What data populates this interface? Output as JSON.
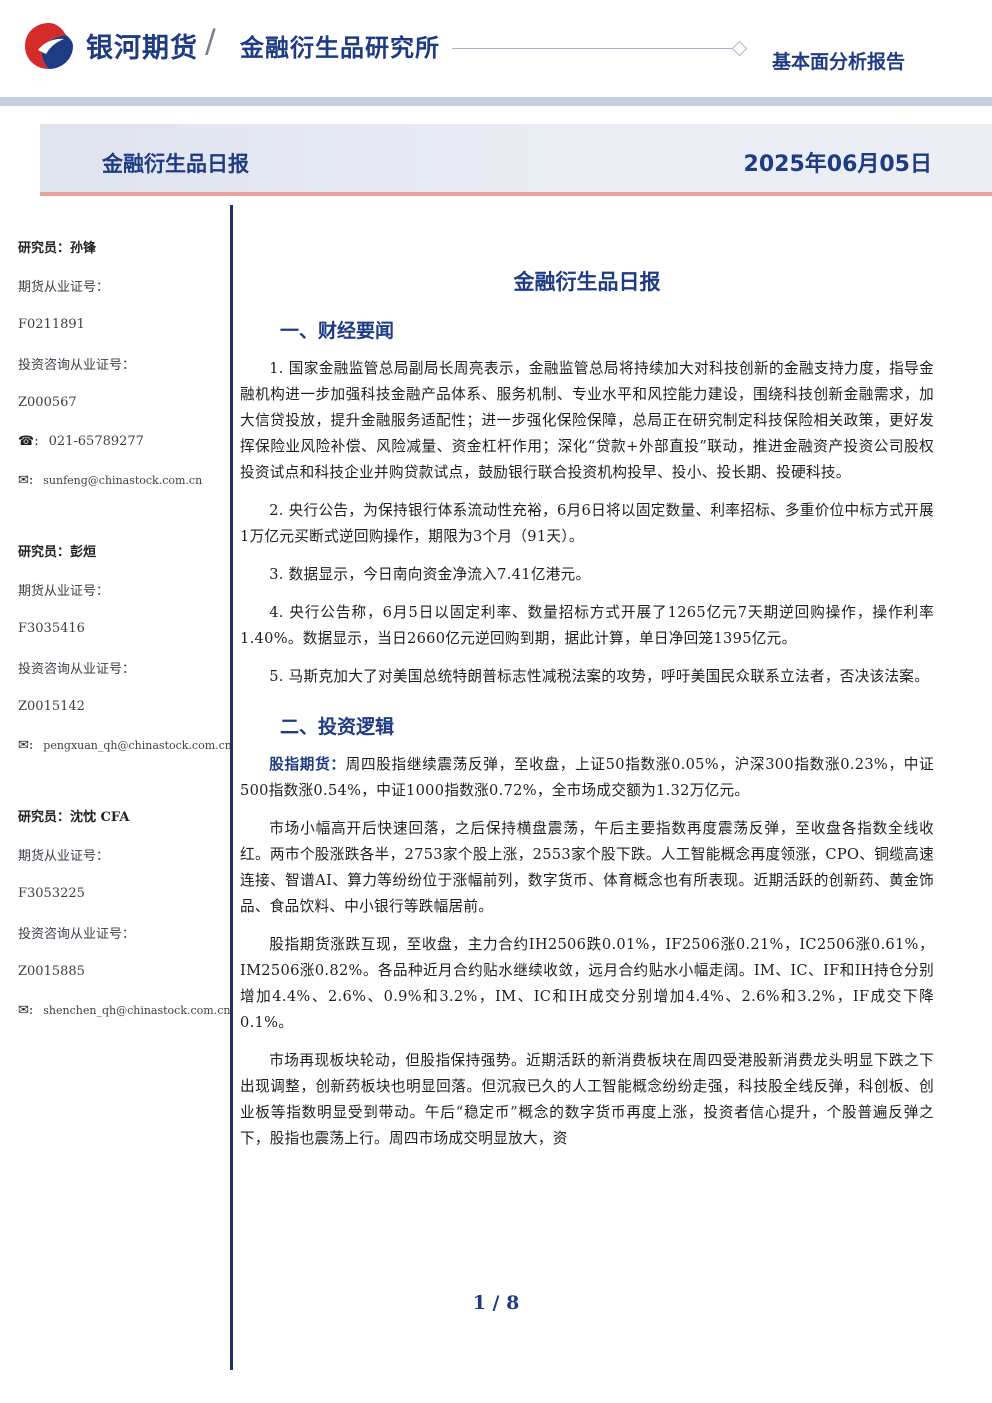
{
  "header": {
    "brand_name": "银河期货",
    "institute": "金融衍生品研究所",
    "report_type": "基本面分析报告",
    "colors": {
      "brand_blue": "#1f3b84",
      "brand_red": "#d62b2b",
      "accent_pink": "#e8a29e"
    }
  },
  "title_band": {
    "title": "金融衍生品日报",
    "date": "2025年06月05日"
  },
  "analysts": [
    {
      "name_label": "研究员：孙锋",
      "futures_label": "期货从业证号：",
      "futures_id": "F0211891",
      "consult_label": "投资咨询从业证号：",
      "consult_id": "Z000567",
      "phone": "021-65789277",
      "email": "sunfeng@chinastock.com.cn",
      "phone_icon": "phone-icon",
      "email_icon": "mail-icon"
    },
    {
      "name_label": "研究员：彭烜",
      "futures_label": "期货从业证号：",
      "futures_id": "F3035416",
      "consult_label": "投资咨询从业证号：",
      "consult_id": "Z0015142",
      "email": "pengxuan_qh@chinastock.com.cn",
      "email_icon": "mail-icon"
    },
    {
      "name_label": "研究员：沈忱 CFA",
      "futures_label": "期货从业证号：",
      "futures_id": "F3053225",
      "consult_label": "投资咨询从业证号：",
      "consult_id": "Z0015885",
      "email": "shenchen_qh@chinastock.com.cn",
      "email_icon": "mail-icon"
    }
  ],
  "main": {
    "doc_title": "金融衍生品日报",
    "section1": {
      "heading": "一、财经要闻",
      "items": [
        "1. 国家金融监管总局副局长周亮表示，金融监管总局将持续加大对科技创新的金融支持力度，指导金融机构进一步加强科技金融产品体系、服务机制、专业水平和风控能力建设，围绕科技创新金融需求，加大信贷投放，提升金融服务适配性；进一步强化保险保障，总局正在研究制定科技保险相关政策，更好发挥保险业风险补偿、风险减量、资金杠杆作用；深化“贷款+外部直投”联动，推进金融资产投资公司股权投资试点和科技企业并购贷款试点，鼓励银行联合投资机构投早、投小、投长期、投硬科技。",
        "2. 央行公告，为保持银行体系流动性充裕，6月6日将以固定数量、利率招标、多重价位中标方式开展1万亿元买断式逆回购操作，期限为3个月（91天）。",
        "3. 数据显示，今日南向资金净流入7.41亿港元。",
        "4. 央行公告称，6月5日以固定利率、数量招标方式开展了1265亿元7天期逆回购操作，操作利率1.40%。数据显示，当日2660亿元逆回购到期，据此计算，单日净回笼1395亿元。",
        "5. 马斯克加大了对美国总统特朗普标志性减税法案的攻势，呼吁美国民众联系立法者，否决该法案。"
      ]
    },
    "section2": {
      "heading": "二、投资逻辑",
      "lead_label": "股指期货：",
      "lead_text": "周四股指继续震荡反弹，至收盘，上证50指数涨0.05%，沪深300指数涨0.23%，中证500指数涨0.54%，中证1000指数涨0.72%，全市场成交额为1.32万亿元。",
      "paragraphs": [
        "市场小幅高开后快速回落，之后保持横盘震荡，午后主要指数再度震荡反弹，至收盘各指数全线收红。两市个股涨跌各半，2753家个股上涨，2553家个股下跌。人工智能概念再度领涨，CPO、铜缆高速连接、智谱AI、算力等纷纷位于涨幅前列，数字货币、体育概念也有所表现。近期活跃的创新药、黄金饰品、食品饮料、中小银行等跌幅居前。",
        "股指期货涨跌互现，至收盘，主力合约IH2506跌0.01%，IF2506涨0.21%，IC2506涨0.61%，IM2506涨0.82%。各品种近月合约贴水继续收敛，远月合约贴水小幅走阔。IM、IC、IF和IH持仓分别增加4.4%、2.6%、0.9%和3.2%，IM、IC和IH成交分别增加4.4%、2.6%和3.2%，IF成交下降0.1%。",
        "市场再现板块轮动，但股指保持强势。近期活跃的新消费板块在周四受港股新消费龙头明显下跌之下出现调整，创新药板块也明显回落。但沉寂已久的人工智能概念纷纷走强，科技股全线反弹，科创板、创业板等指数明显受到带动。午后“稳定币”概念的数字货币再度上涨，投资者信心提升，个股普遍反弹之下，股指也震荡上行。周四市场成交明显放大，资"
      ]
    }
  },
  "footer": {
    "page": "1 / 8"
  }
}
